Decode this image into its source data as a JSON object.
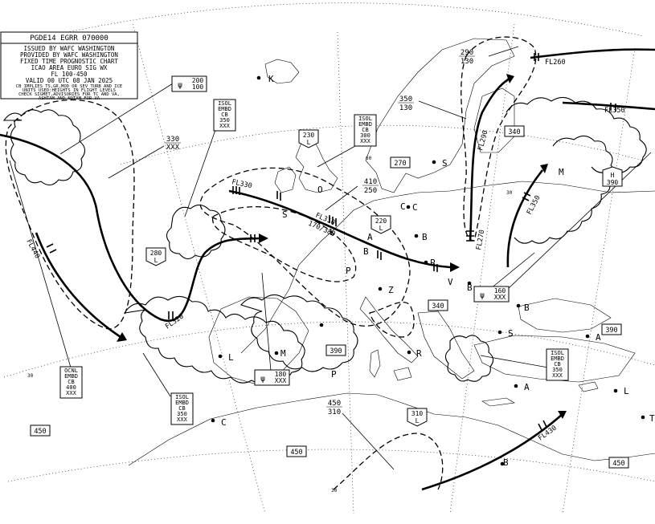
{
  "header": {
    "lines": [
      "PGDE14 EGRR 070000",
      "ISSUED BY WAFC WASHINGTON",
      "PROVIDED BY WAFC WASHINGTON",
      "FIXED TIME PROGNOSTIC CHART",
      "ICAO AREA EURO SIG WX",
      "FL 100-450",
      "VALID 00 UTC 08 JAN 2025",
      "CB IMPLIES TS,GR,MOD OR SEV TURB AND ICE",
      "UNITS USED:HEIGHTS IN FLIGHT LEVELS",
      "CHECK SIGMET,ADVISORIES FOR TC AND VA,",
      "ASHTAM AND NOTAM FOR VA"
    ]
  },
  "cb_boxes": [
    {
      "lines": [
        "ISOL",
        "EMBD",
        "CB",
        "350",
        "XXX"
      ]
    },
    {
      "lines": [
        "ISOL",
        "EMBD",
        "CB",
        "300",
        "XXX"
      ]
    },
    {
      "lines": [
        "OCNL",
        "EMBD",
        "CB",
        "400",
        "XXX"
      ]
    },
    {
      "lines": [
        "ISOL",
        "EMBD",
        "CB",
        "350",
        "XXX"
      ]
    },
    {
      "lines": [
        "ISOL",
        "EMBD",
        "CB",
        "350",
        "XXX"
      ]
    }
  ],
  "turb_boxes": [
    {
      "symbol": "ψ",
      "top": "200",
      "bottom": "100"
    },
    {
      "symbol": "ψ",
      "top": "180",
      "bottom": "XXX"
    },
    {
      "symbol": "ψ",
      "top": "160",
      "bottom": "XXX"
    }
  ],
  "turb_labels": [
    {
      "top": "330",
      "bottom": "XXX"
    },
    {
      "top": "350",
      "bottom": "130"
    },
    {
      "top": "290",
      "bottom": "130"
    },
    {
      "top": "410",
      "bottom": "250"
    },
    {
      "top": "450",
      "bottom": "310"
    }
  ],
  "tropopause_low": [
    {
      "value": "230",
      "letter": "L"
    },
    {
      "value": "220",
      "letter": "L"
    },
    {
      "value": "280",
      "letter": "L"
    },
    {
      "value": "310",
      "letter": "L"
    }
  ],
  "tropopause_high": [
    {
      "value": "390",
      "letter": "H"
    }
  ],
  "tropopause_values": [
    "270",
    "340",
    "340",
    "390",
    "390",
    "450",
    "450",
    "450"
  ],
  "jet_labels": [
    "FL260",
    "FL350",
    "FL290",
    "FL270",
    "FL350",
    "FL330",
    "FL310",
    "170/380",
    "FL440",
    "FL320",
    "FL430"
  ],
  "city_letters": [
    "K",
    "C",
    "B",
    "S",
    "C",
    "S",
    "A",
    "P",
    "Z",
    "B",
    "B",
    "V",
    "P",
    "B",
    "S",
    "A",
    "M",
    "L",
    "R",
    "M",
    "P",
    "C",
    "L",
    "A",
    "B",
    "T",
    "L",
    "O"
  ],
  "latitude_labels": [
    "30",
    "30",
    "30",
    "60"
  ]
}
